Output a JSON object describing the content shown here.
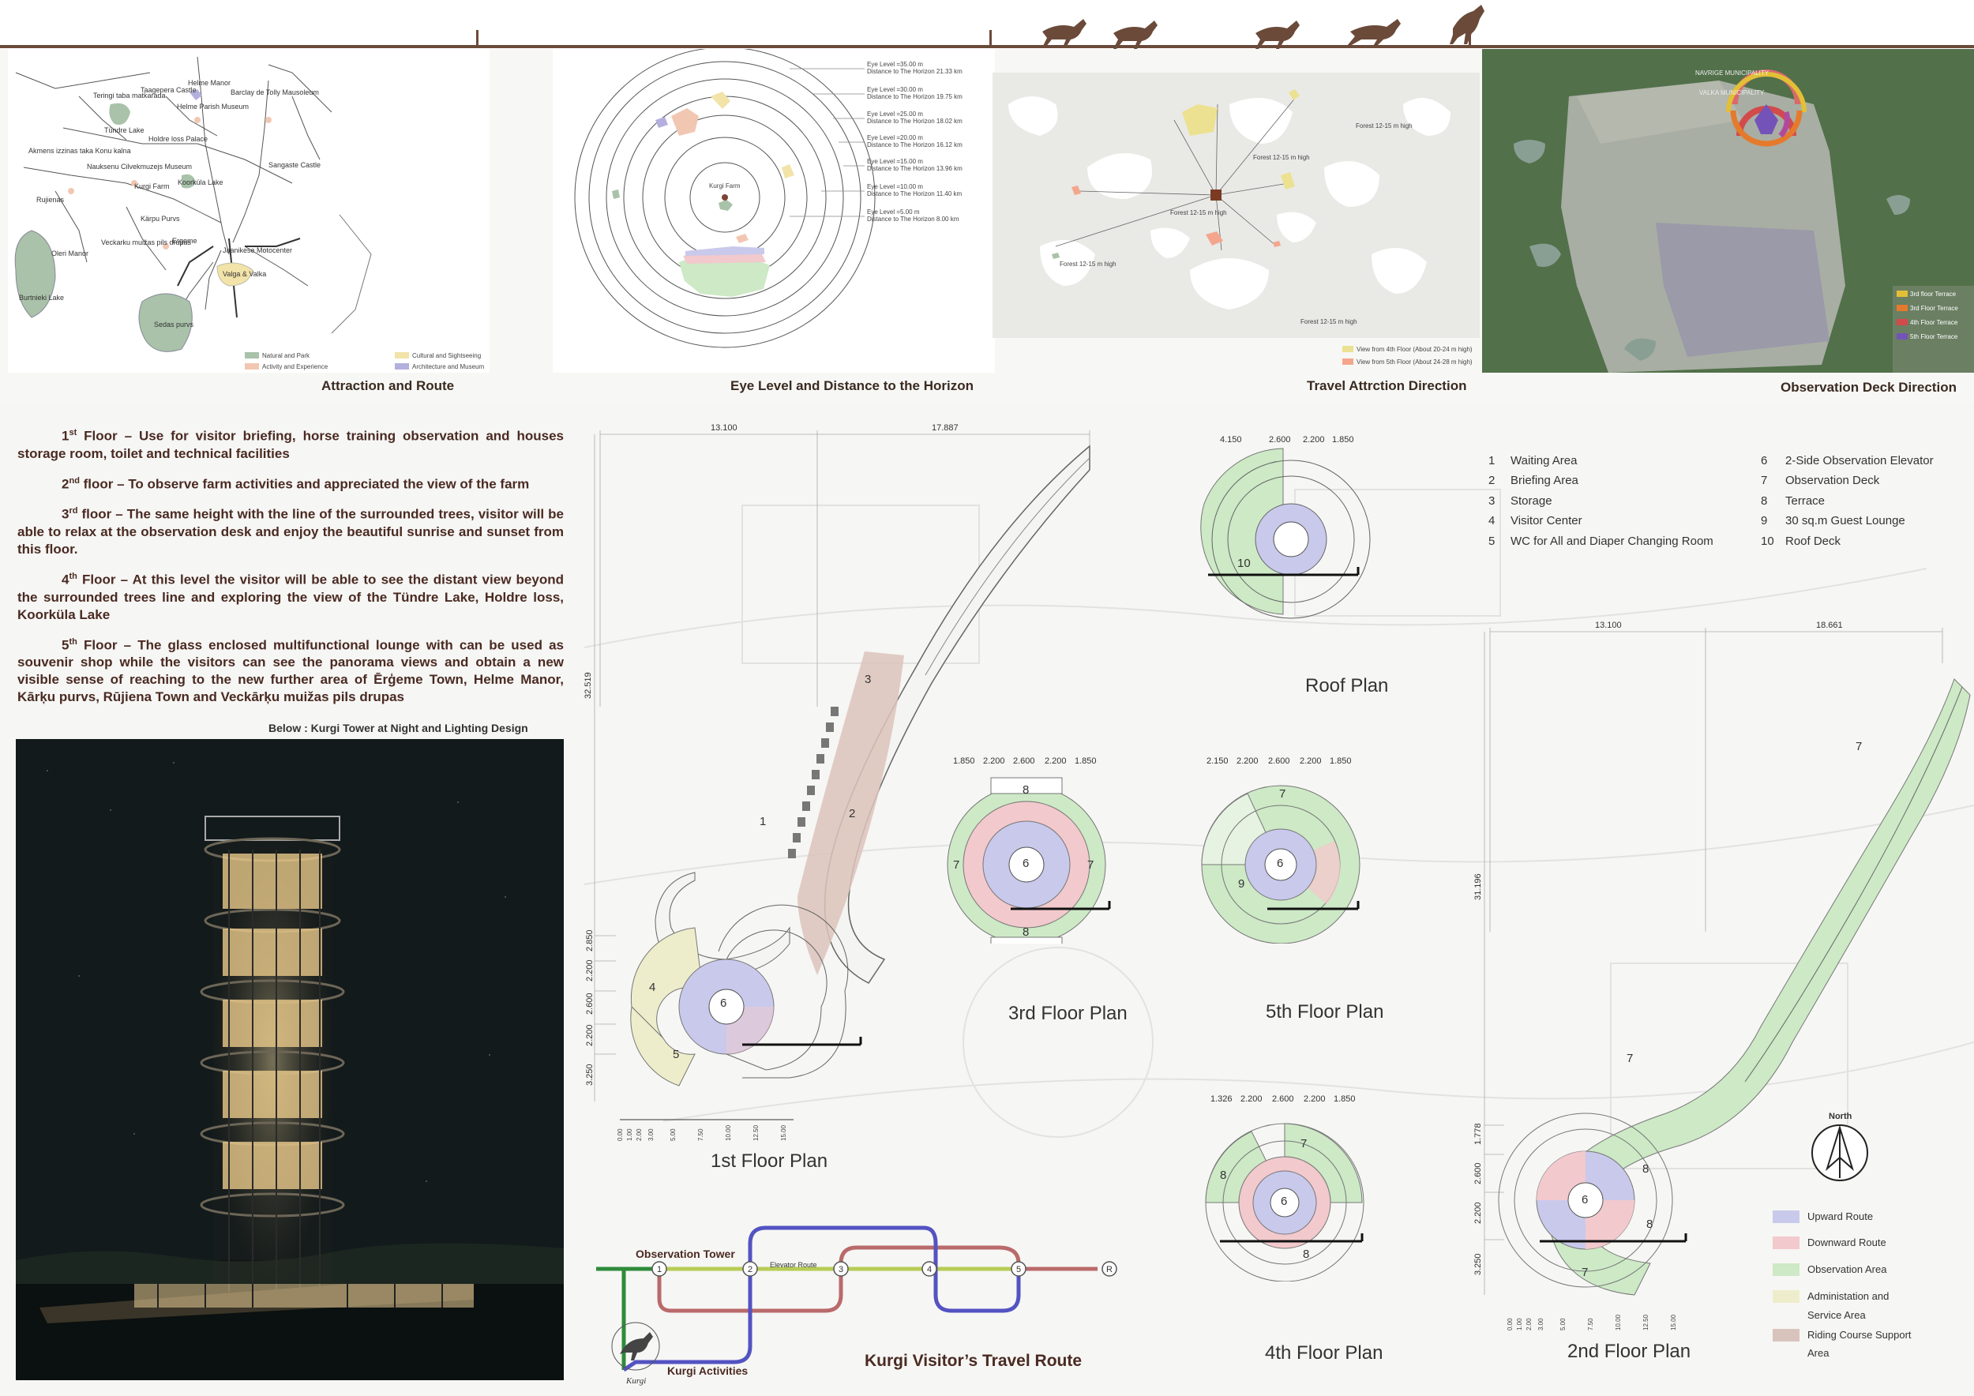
{
  "captions": {
    "attraction": "Attraction and Route",
    "eye_level": "Eye Level and Distance to the Horizon",
    "travel_direction": "Travel Attrction Direction",
    "observation_deck": "Observation Deck Direction",
    "night": "Below : Kurgi Tower at Night and Lighting Design",
    "travel_route": "Kurgi Visitor’s Travel Route"
  },
  "description": [
    {
      "ord": "1",
      "sup": "st",
      "text": " Floor – Use for visitor briefing, horse training observation and houses storage room, toilet and technical facilities"
    },
    {
      "ord": "2",
      "sup": "nd",
      "text": " floor – To observe farm activities and appreciated the view of the farm"
    },
    {
      "ord": "3",
      "sup": "rd",
      "text": " floor – The same height with the line of the surrounded trees, visitor will be able to relax at the observation desk and enjoy the beautiful sunrise and sunset from this floor."
    },
    {
      "ord": "4",
      "sup": "th",
      "text": " Floor – At this level the visitor will be able to see the distant view beyond the surrounded trees line and exploring the view of the Tündre Lake, Holdre loss, Koorküla Lake"
    },
    {
      "ord": "5",
      "sup": "th",
      "text": " Floor – The glass enclosed multifunctional lounge with can be used as souvenir shop while the visitors can see the panorama views and obtain a new visible sense of reaching to the new further area of Ērģeme Town, Helme Manor, Kārķu purvs, Rūjiena Town and Veckārķu muižas pils drupas"
    }
  ],
  "map": {
    "places": [
      "Helme Manor",
      "Taagepera Castle",
      "Teringi taba matkarada",
      "Helme Parish Museum",
      "Barclay de Tolly Mausoleum",
      "Tündre Lake",
      "Holdre loss Palace",
      "Akmens izzinas taka Konu kalna",
      "Nauksenu Cilvekmuzejs Museum",
      "Kurgi Farm",
      "Koorküla Lake",
      "Sangaste Castle",
      "Rujienas",
      "Kärpu Purvs",
      "Ergeme",
      "Jaanikese Motocenter",
      "Veckarku muižas pils drupas",
      "Oleri Manor",
      "Valga & Valka",
      "Burtnieki Lake",
      "Sedas purvs"
    ],
    "legend": [
      "Natural and Park",
      "Cultural and Sightseeing",
      "Activity and Experience",
      "Architecture and Museum"
    ]
  },
  "eye_levels": [
    {
      "label": "Eye Level =35.00 m",
      "dist": "Distance to The Horizon 21.33 km"
    },
    {
      "label": "Eye Level =30.00 m",
      "dist": "Distance to The Horizon 19.75 km"
    },
    {
      "label": "Eye Level =25.00 m",
      "dist": "Distance to The Horizon 18.02 km"
    },
    {
      "label": "Eye Level =20.00 m",
      "dist": "Distance to The Horizon 16.12 km"
    },
    {
      "label": "Eye Level =15.00 m",
      "dist": "Distance to The Horizon 13.96 km"
    },
    {
      "label": "Eye Level =10.00 m",
      "dist": "Distance to The Horizon 11.40 km"
    },
    {
      "label": "Eye Level =5.00 m",
      "dist": "Distance to The Horizon 8.00 km"
    }
  ],
  "eye_center": "Kurgi Farm",
  "forest": {
    "labels": [
      "Forest 12-15 m high",
      "Forest 12-15 m high",
      "Forest 12-15 m high",
      "Forest 12-15 m high",
      "Forest 12-15 m high"
    ],
    "legend": [
      "View from 4th Floor (About 20-24 m high)",
      "View from 5th Floor (About 24-28 m high)"
    ]
  },
  "aerial": {
    "labels": [
      "NAVRIGE MUNICIPALITY",
      "VALKA MUNICIPALITY"
    ],
    "legend": [
      "3rd floor Terrace",
      "3rd Floor Terrace",
      "4th Floor Terrace",
      "5th Floor Terrace"
    ]
  },
  "room_legend": [
    {
      "n": "1",
      "t": "Waiting Area"
    },
    {
      "n": "2",
      "t": "Briefing Area"
    },
    {
      "n": "3",
      "t": "Storage"
    },
    {
      "n": "4",
      "t": "Visitor Center"
    },
    {
      "n": "5",
      "t": "WC for All and  Diaper Changing Room"
    },
    {
      "n": "6",
      "t": "2-Side Observation Elevator"
    },
    {
      "n": "7",
      "t": "Observation Deck"
    },
    {
      "n": "8",
      "t": "Terrace"
    },
    {
      "n": "9",
      "t": "30 sq.m Guest Lounge"
    },
    {
      "n": "10",
      "t": "Roof Deck"
    }
  ],
  "plans": {
    "first": "1st Floor Plan",
    "second": "2nd Floor Plan",
    "third": "3rd Floor Plan",
    "fourth": "4th Floor Plan",
    "fifth": "5th Floor Plan",
    "roof": "Roof Plan"
  },
  "dims": {
    "first_top": [
      "13.100",
      "17.887"
    ],
    "first_left": [
      "32.519",
      "2.850",
      "2.200",
      "2.600",
      "2.200",
      "3.250"
    ],
    "second_top": [
      "13.100",
      "18.661"
    ],
    "second_left": [
      "31.196",
      "1.778",
      "2.600",
      "2.200",
      "3.250"
    ],
    "roof": [
      "4.150",
      "2.600",
      "2.200",
      "1.850"
    ],
    "third": [
      "1.850",
      "2.200",
      "2.600",
      "2.200",
      "1.850"
    ],
    "fifth": [
      "2.150",
      "2.200",
      "2.600",
      "2.200",
      "1.850"
    ],
    "fourth": [
      "1.326",
      "2.200",
      "2.600",
      "2.200",
      "1.850"
    ],
    "scale": [
      "0.00",
      "1.00",
      "2.00",
      "3.00",
      "5.00",
      "7.50",
      "10.00",
      "12.50",
      "15.00"
    ]
  },
  "route": {
    "tower": "Observation Tower",
    "elevator": "Elevator Route",
    "activities": "Kurgi Activities",
    "logo": "Kurgi",
    "stops": [
      "1",
      "2",
      "3",
      "4",
      "5",
      "R"
    ]
  },
  "route_key": {
    "north": "North",
    "items": [
      {
        "t": "Upward Route",
        "c": "#c9c9ec"
      },
      {
        "t": "Downward Route",
        "c": "#f2c9cc"
      },
      {
        "t": "Observation Area",
        "c": "#cde9c6"
      },
      {
        "t": "Administation and",
        "c": "#eeedcb"
      },
      {
        "t": "Service Area",
        "c": ""
      },
      {
        "t": "Riding Course Support",
        "c": "#d9c4bd"
      },
      {
        "t": "Area",
        "c": ""
      }
    ]
  },
  "colors": {
    "brown": "#6b4a3a",
    "upward": "#c9c9ec",
    "downward": "#f2c9cc",
    "observation": "#cde9c6",
    "admin": "#eeedcb",
    "riding": "#d9c4bd",
    "route_green": "#2e8b3a",
    "route_lime": "#b6cc55",
    "route_red": "#b96a6a",
    "route_blue": "#5353c2"
  }
}
